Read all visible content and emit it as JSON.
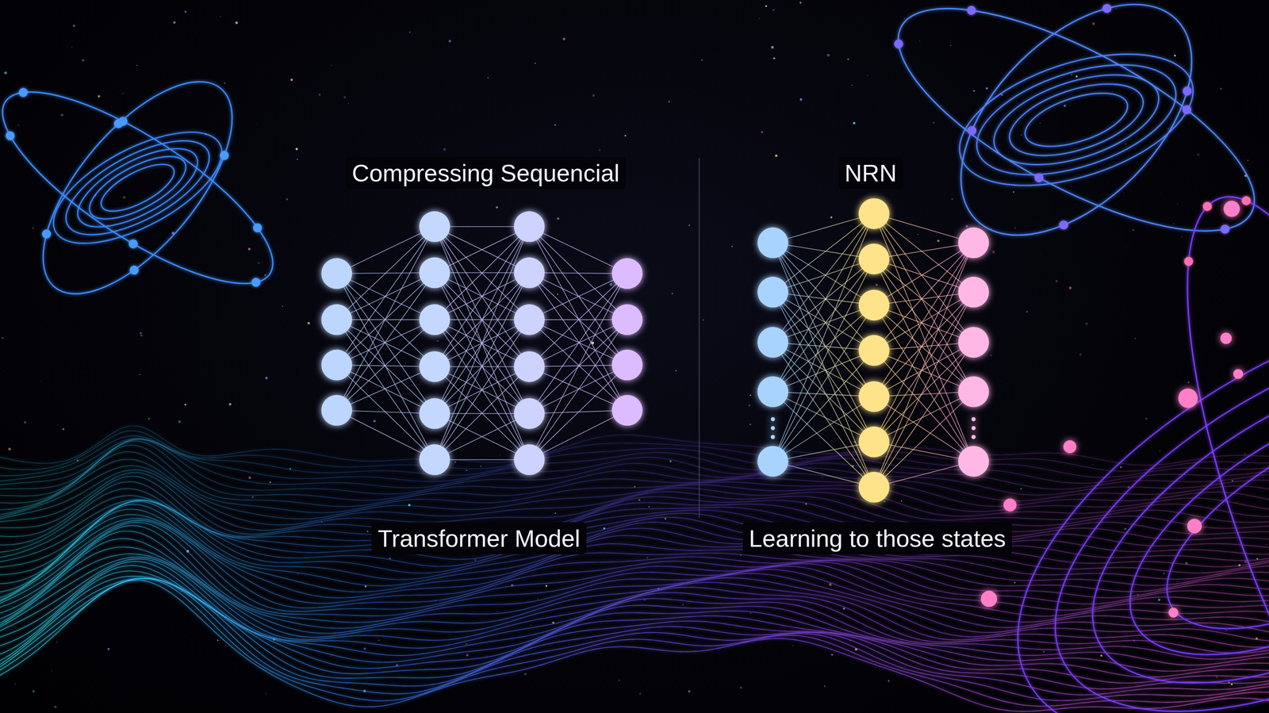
{
  "diagram": {
    "labels": [
      "Compressing Sequencial",
      "Transformer Model",
      "NRN",
      "Learning to those states"
    ]
  }
}
